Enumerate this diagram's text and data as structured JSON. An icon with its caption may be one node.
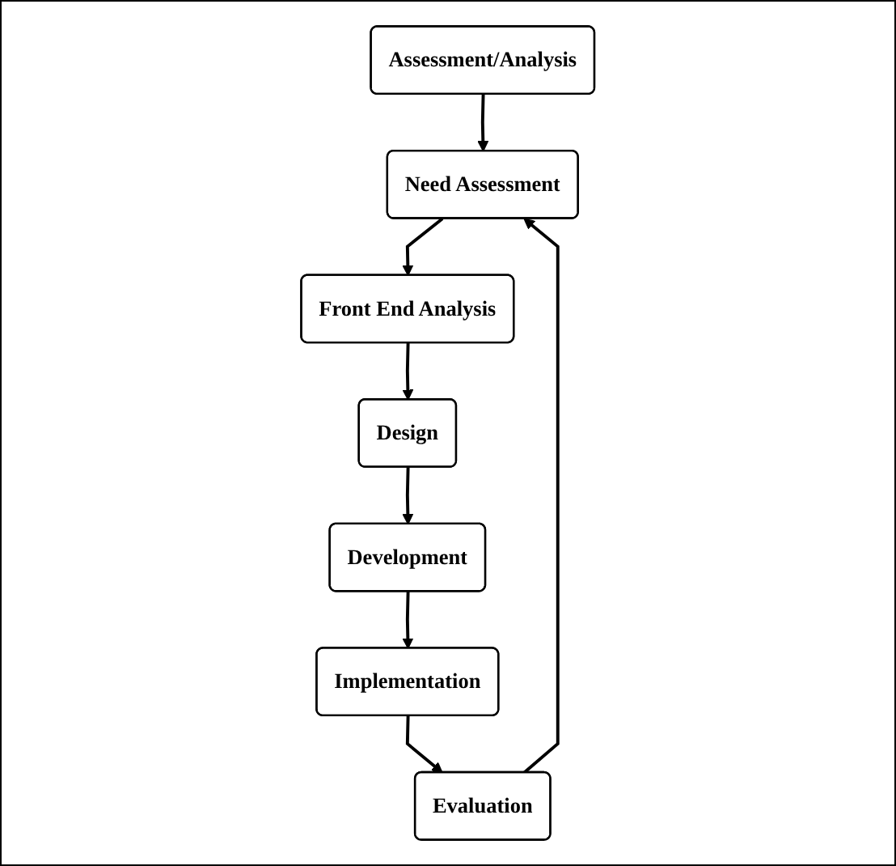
{
  "diagram": {
    "nodes": [
      {
        "text": [
          "Assessment/Analysis"
        ]
      },
      {
        "text": [
          "Need Assessment"
        ]
      },
      {
        "text": [
          "Front End Analysis"
        ]
      },
      {
        "text": [
          "Design"
        ]
      },
      {
        "text": [
          "Development"
        ]
      },
      {
        "text": [
          "Implementation"
        ]
      },
      {
        "text": [
          "Evaluation"
        ]
      }
    ],
    "edges": [
      {
        "from": 0,
        "to": 1,
        "arrow": "to"
      },
      {
        "from": 1,
        "to": 2,
        "arrow": "to"
      },
      {
        "from": 2,
        "to": 3,
        "arrow": "to"
      },
      {
        "from": 3,
        "to": 4,
        "arrow": "to"
      },
      {
        "from": 4,
        "to": 5,
        "arrow": "to"
      },
      {
        "from": 5,
        "to": 6,
        "arrow": "to"
      },
      {
        "from": 6,
        "to": 1,
        "arrow": "to"
      }
    ]
  }
}
